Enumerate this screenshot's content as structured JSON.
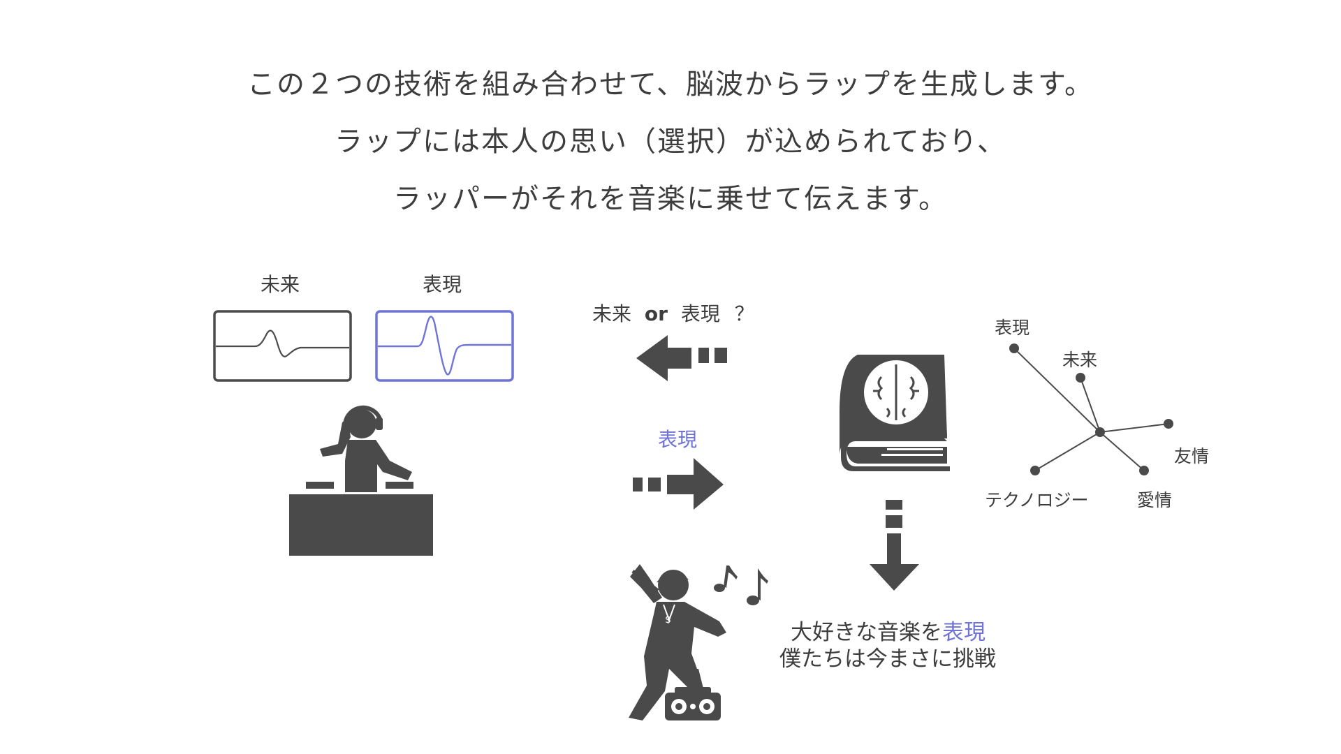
{
  "intro": {
    "line1": "この２つの技術を組み合わせて、脳波からラップを生成します。",
    "line2": "ラップには本人の思い（選択）が込められており、",
    "line3": "ラッパーがそれを音楽に乗せて伝えます。"
  },
  "eeg": {
    "label_future": "未来",
    "label_expression": "表現"
  },
  "choice": {
    "future": "未来",
    "or": "or",
    "expression": "表現",
    "question": "？",
    "selected": "表現"
  },
  "word_graph": {
    "nodes": [
      "表現",
      "未来",
      "友情",
      "愛情",
      "テクノロジー"
    ]
  },
  "caption": {
    "line1_prefix": "大好きな音楽を",
    "line1_highlight": "表現",
    "line2": "僕たちは今まさに挑戦"
  },
  "colors": {
    "accent": "#6f73d6",
    "icon": "#4a4a4a",
    "text": "#3d3d3d"
  },
  "icons": [
    "dj-icon",
    "rapper-icon",
    "brain-book-icon",
    "music-notes-icon",
    "boombox-icon",
    "arrow-left-icon",
    "arrow-right-icon",
    "arrow-down-icon"
  ]
}
